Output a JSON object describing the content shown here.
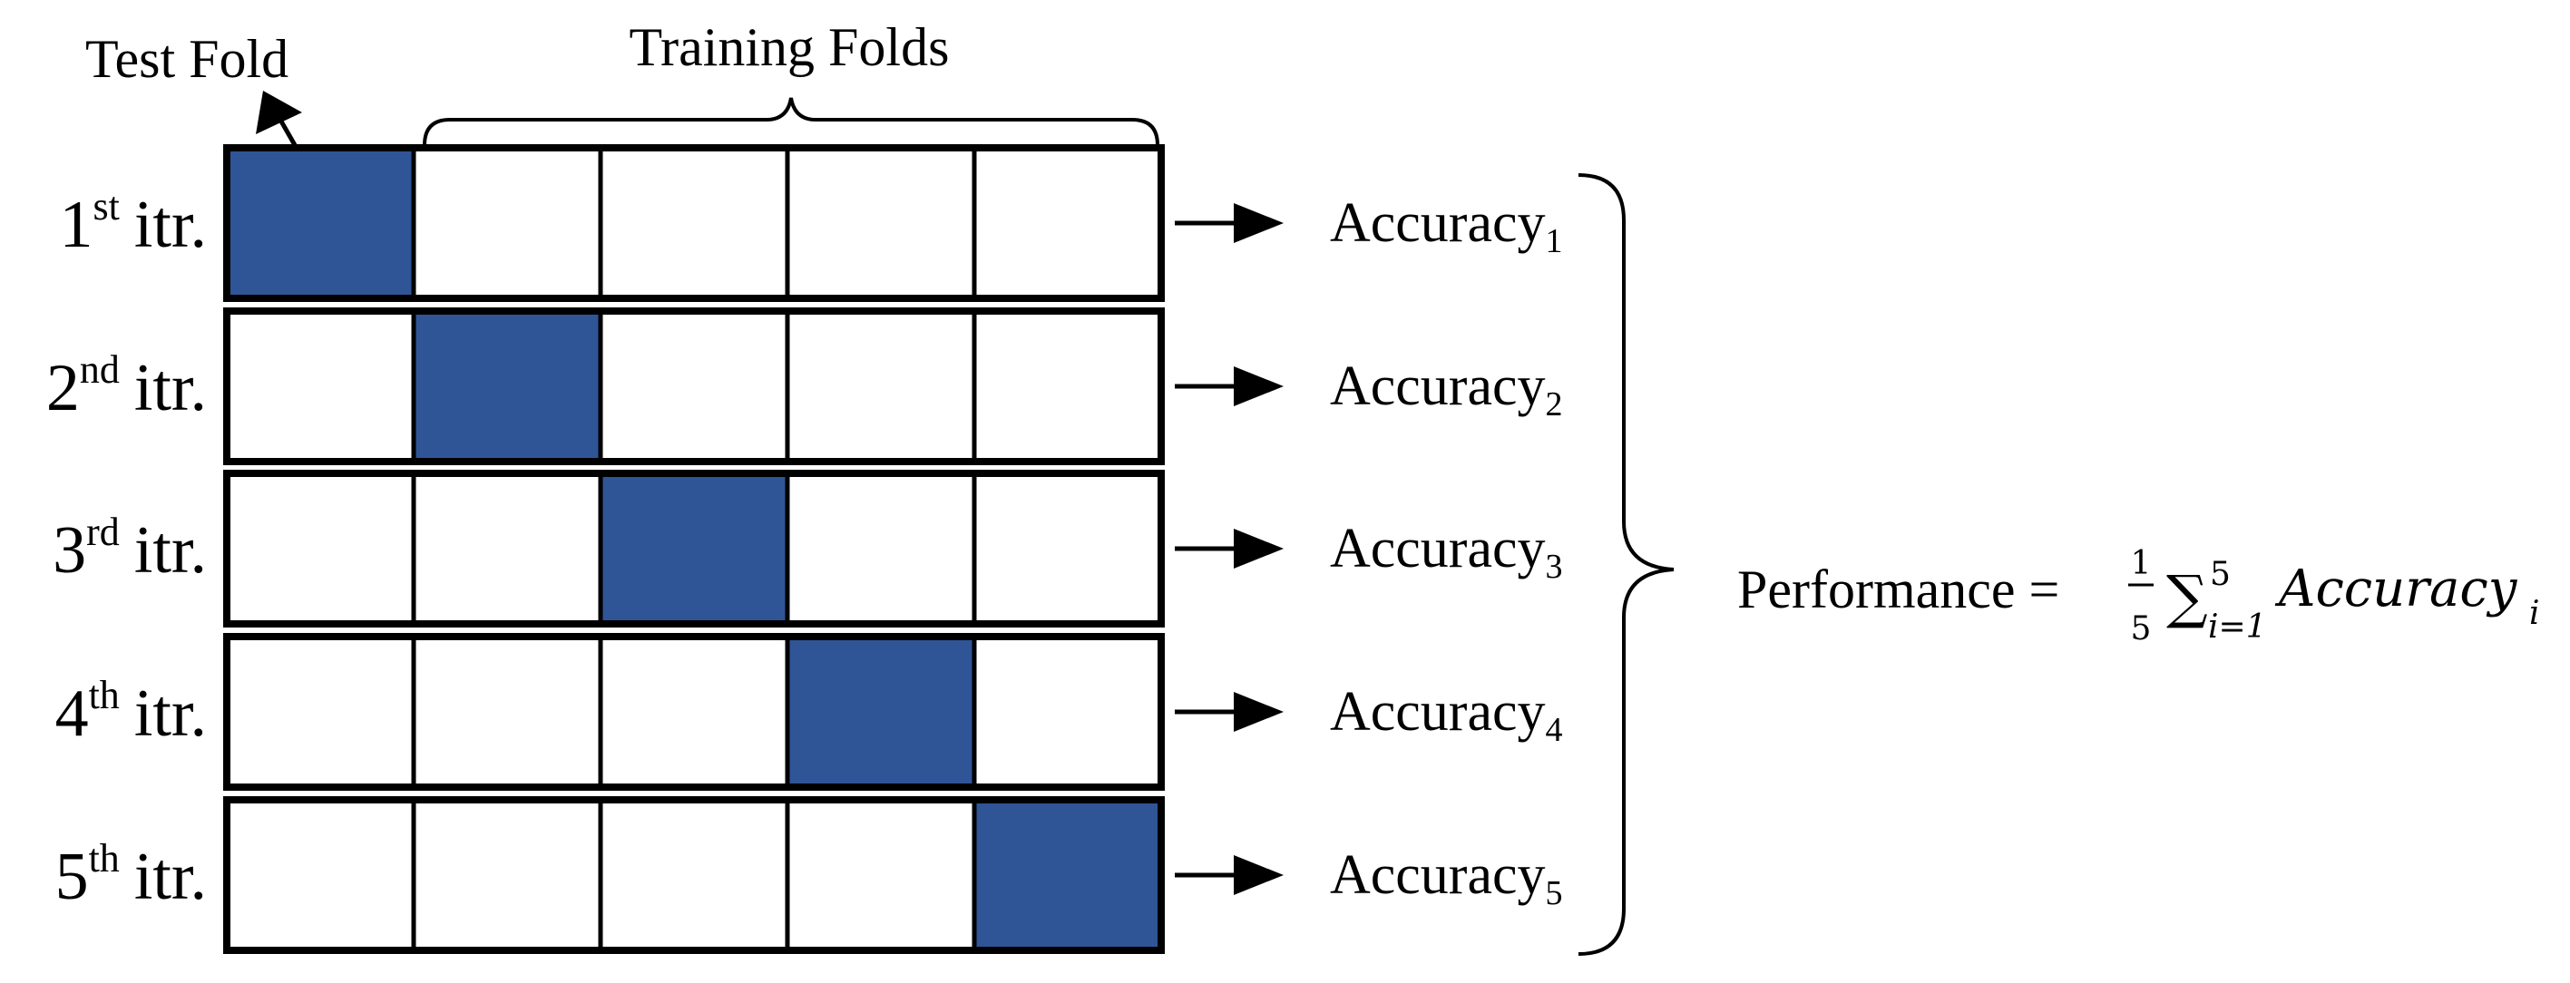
{
  "header": {
    "test_fold_label": "Test Fold",
    "training_folds_label": "Training Folds"
  },
  "folds_per_iteration": 5,
  "colors": {
    "test_fold": "#2F5597",
    "training_fold": "#FFFFFF",
    "border": "#000000"
  },
  "iterations": [
    {
      "num": "1",
      "suffix": "st",
      "word": "itr.",
      "test_fold_index": 0,
      "acc_word": "Accuracy",
      "acc_sub": "1"
    },
    {
      "num": "2",
      "suffix": "nd",
      "word": "itr.",
      "test_fold_index": 1,
      "acc_word": "Accuracy",
      "acc_sub": "2"
    },
    {
      "num": "3",
      "suffix": "rd",
      "word": "itr.",
      "test_fold_index": 2,
      "acc_word": "Accuracy",
      "acc_sub": "3"
    },
    {
      "num": "4",
      "suffix": "th",
      "word": "itr.",
      "test_fold_index": 3,
      "acc_word": "Accuracy",
      "acc_sub": "4"
    },
    {
      "num": "5",
      "suffix": "th",
      "word": "itr.",
      "test_fold_index": 4,
      "acc_word": "Accuracy",
      "acc_sub": "5"
    }
  ],
  "formula": {
    "lhs": "Performance =",
    "frac_num": "1",
    "frac_den": "5",
    "sum_symbol": "∑",
    "sum_upper": "5",
    "sum_lower": "i=1",
    "term": "Accuracy",
    "term_sub": "i"
  },
  "icons": {
    "pointer": "arrow-up-left-icon",
    "result": "arrow-right-icon",
    "group": "right-curly-brace-icon"
  }
}
